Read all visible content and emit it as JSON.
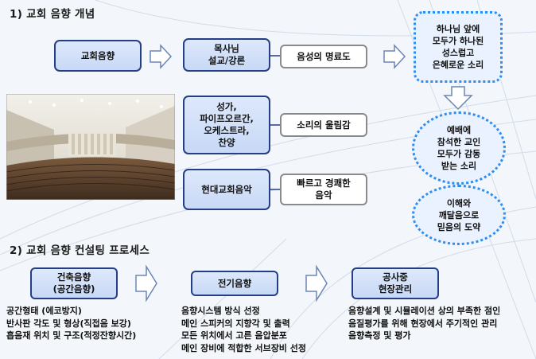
{
  "section1": {
    "heading": "1) 교회 음향 개념",
    "church_sound_box": "교회음향",
    "sources": [
      {
        "label": "목사님\n설교/강론",
        "effect": "음성의 명료도"
      },
      {
        "label": "성가,\n파이프오르간,\n오케스트라,\n찬양",
        "effect": "소리의 울림감"
      },
      {
        "label": "현대교회음악",
        "effect": "빠르고 경쾌한\n음악"
      }
    ],
    "goal_box": "하나님 앞에\n모두가 하나된\n성스럽고\n은혜로운 소리",
    "outcomes": [
      "예배에\n참석한 교인\n모두가 감동\n받는 소리",
      "이해와\n깨달음으로\n믿음의 도약"
    ]
  },
  "section2": {
    "heading": "2) 교회 음향 컨설팅 프로세스",
    "steps": [
      {
        "label": "건축음향\n(공간음향)",
        "details": [
          "공간형태 (에코방지)",
          "반사판 각도 및 형상(직접음 보강)",
          "흡음재 위치 및 구조(적정잔향시간)"
        ]
      },
      {
        "label": "전기음향",
        "details": [
          "음향시스템 방식 선정",
          "메인 스피커의 지향각 및 출력",
          "모든 위치에서 고른 음압분포",
          "메인 장비에 적합한 서브장비 선정"
        ]
      },
      {
        "label": "공사중\n현장관리",
        "details": [
          "음향설계 및 시뮬레이션 상의 부족한 점인",
          "음질평가를 위해 현장에서 주기적인 관리",
          "음향측정 및 평가"
        ]
      }
    ]
  },
  "colors": {
    "box_border": "#243f86",
    "box_fill": "#d3e1f8",
    "dotted_border": "#2b8ef0",
    "arrow_outline": "#6b85b5"
  },
  "icons": {
    "photo": "church-auditorium-photo",
    "arrow": "block-arrow-right"
  }
}
